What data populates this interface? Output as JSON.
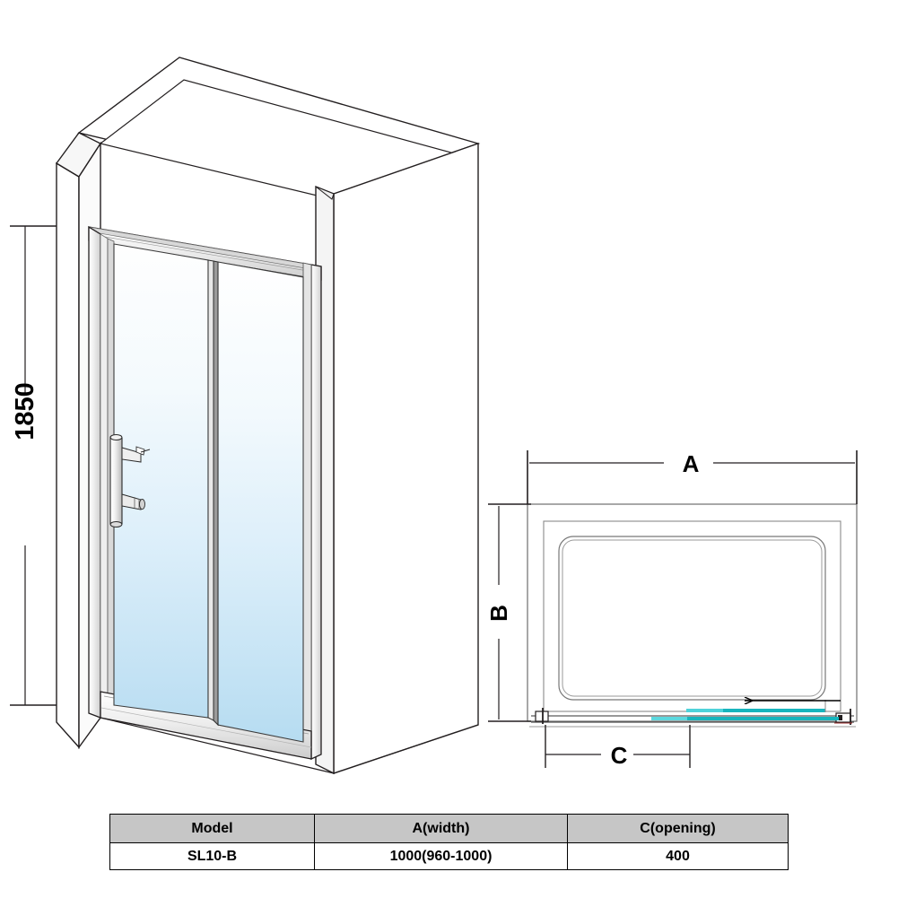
{
  "drawing": {
    "title": "Sliding Shower Door Technical Drawing",
    "views": {
      "isometric": {
        "name": "isometric-enclosure-view",
        "description": "3D isometric view of alcove sliding shower door",
        "dimension_label": "1850",
        "dimension_axis": "height",
        "glass_panels": 2,
        "handle": "vertical-bar-handle"
      },
      "plan": {
        "name": "top-plan-view",
        "description": "Top plan view of shower tray and sliding door track",
        "dimension_labels": {
          "width": "A",
          "depth": "B",
          "opening": "C"
        },
        "slide_direction": "left",
        "glass_color": "#17b5bd"
      }
    }
  },
  "dimensions": {
    "height_label": "1850",
    "a_label": "A",
    "b_label": "B",
    "c_label": "C"
  },
  "table": {
    "name": "specification-table",
    "headers": [
      "Model",
      "A(width)",
      "C(opening)"
    ],
    "rows": [
      [
        "SL10-B",
        "1000(960-1000)",
        "400"
      ]
    ],
    "header_bg": "#c6c6c6",
    "border_color": "#000000"
  },
  "colors": {
    "line": "#231f20",
    "light_line": "#808080",
    "glass_top": "#fdfefe",
    "glass_bottom": "#bedff2",
    "teal": "#17b5bd",
    "teal_dark": "#0e8f97",
    "header_gray": "#c6c6c6",
    "white": "#ffffff"
  }
}
